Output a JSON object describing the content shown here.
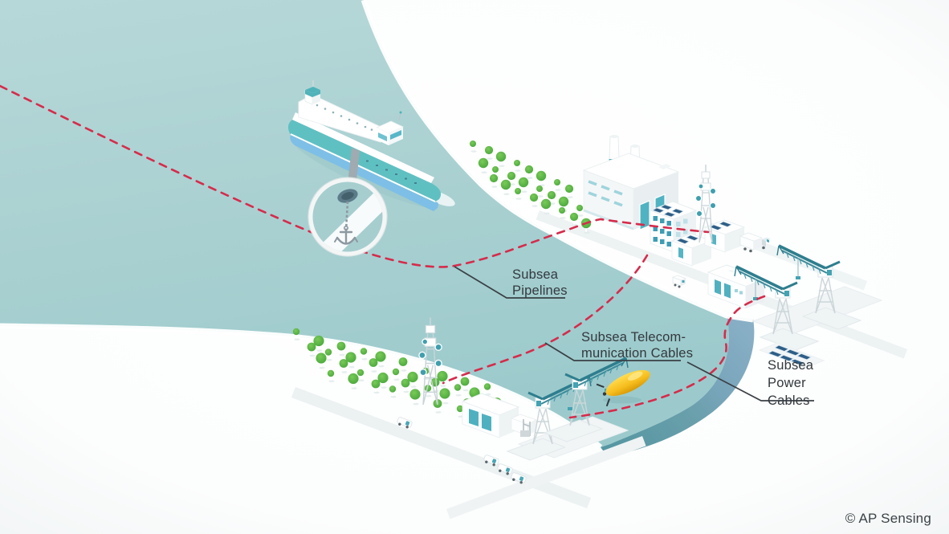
{
  "annotations": {
    "pipelines": {
      "line1": "Subsea",
      "line2": "Pipelines"
    },
    "telecom": {
      "line1": "Subsea Telecom-",
      "line2": "munication Cables"
    },
    "power": {
      "line1": "Subsea",
      "line2": "Power",
      "line3": "Cables"
    }
  },
  "copyright": "© AP Sensing",
  "colors": {
    "water": "#a9d0d1",
    "cable_route_red": "#d62b4b",
    "leader_line": "#3a4045",
    "label_text": "#33393d",
    "tree_green": "#5cb847",
    "crane_teal": "#2e7e8e",
    "auv_yellow": "#f6bd1d",
    "ship_hull_teal": "#5fc0c2",
    "ship_waterline_blue": "#7dbfe6",
    "cross_section_blue": "#7aa6bc",
    "background": "#fbfcfd"
  },
  "scene": {
    "objects": [
      "cargo-ship",
      "anchor-chain-magnifier",
      "subsea-pipeline-route",
      "subsea-telecom-cable-route",
      "subsea-power-cable-route",
      "auv",
      "factory",
      "office-building",
      "telecom-tower",
      "solar-houses",
      "warehouse",
      "trucks",
      "container-cranes",
      "port-buildings",
      "forest",
      "roads",
      "coastline",
      "sea-cross-section"
    ]
  }
}
